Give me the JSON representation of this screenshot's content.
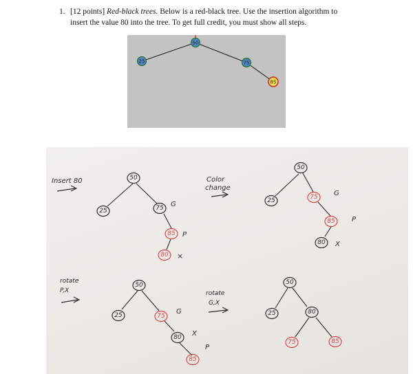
{
  "question": {
    "number": "1.",
    "points": "[12 points]",
    "topic": "Red-black trees.",
    "line1_rest": "Below is a red-black tree. Use the insertion algorithm to",
    "line2": "insert the value 80 into the tree. To get full credit, you must show all steps."
  },
  "given_tree": {
    "root": "50",
    "left": "25",
    "right": "75",
    "right_right": "85",
    "colors": {
      "black_fill": "#4f86c6",
      "red_outline": "#d42a2a",
      "leaf_fill": "#f4e04d",
      "node_border": "#2a6f2a"
    }
  },
  "handwritten": {
    "insert_label": "Insert 80",
    "color_change_label_1": "Color",
    "color_change_label_2": "change",
    "rotate_label_1": "rotate",
    "rotate_label_2": "P,X",
    "rotate_label_3": "rotate",
    "rotate_label_4": "G,X",
    "step1": {
      "root": "50",
      "left": "25",
      "right": "75",
      "right_right": "85",
      "leaf": "80",
      "tag_g": "G",
      "tag_p": "P",
      "tag_x": "×"
    },
    "step2": {
      "root": "50",
      "left": "25",
      "right": "75",
      "right_right": "85",
      "leaf": "80",
      "tag_g": "G",
      "tag_p": "P",
      "tag_x": "X"
    },
    "step3": {
      "root": "50",
      "left": "25",
      "right": "75",
      "right_right": "80",
      "leaf": "85",
      "tag_g": "G",
      "tag_p": "P",
      "tag_x": "X"
    },
    "step4": {
      "root": "50",
      "left": "25",
      "right": "80",
      "right_left": "75",
      "right_right": "85"
    },
    "colors": {
      "ink_black": "#2b2b2b",
      "ink_red": "#d9454a"
    }
  }
}
